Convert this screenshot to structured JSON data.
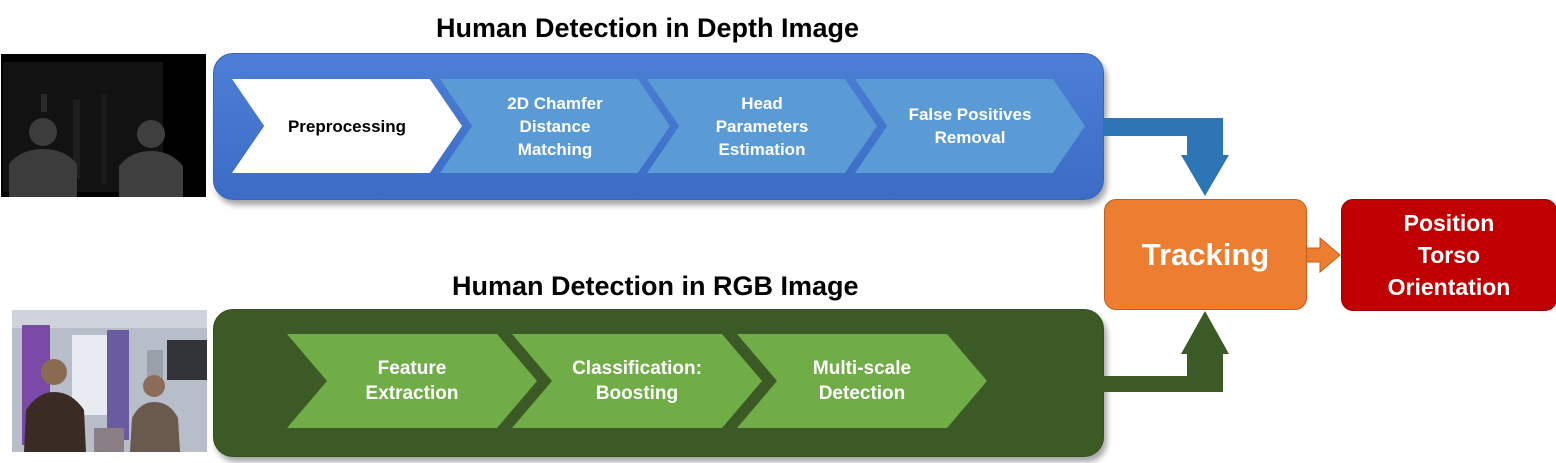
{
  "depth_section": {
    "title": "Human Detection in Depth Image",
    "steps": [
      "Preprocessing",
      "2D Chamfer\nDistance\nMatching",
      "Head\nParameters\nEstimation",
      "False Positives\nRemoval"
    ]
  },
  "rgb_section": {
    "title": "Human Detection in RGB Image",
    "steps": [
      "Feature\nExtraction",
      "Classification:\nBoosting",
      "Multi-scale\nDetection"
    ]
  },
  "tracking": {
    "label": "Tracking"
  },
  "output": {
    "label": "Position\nTorso\nOrientation"
  },
  "colors": {
    "depth_panel": "#4472c4",
    "depth_step": "#5b9bd5",
    "rgb_panel": "#3b5a25",
    "rgb_step": "#70ad47",
    "tracking": "#ed7d31",
    "output": "#c00000",
    "depth_arrow": "#2e75b6",
    "rgb_arrow": "#3b5a25"
  }
}
